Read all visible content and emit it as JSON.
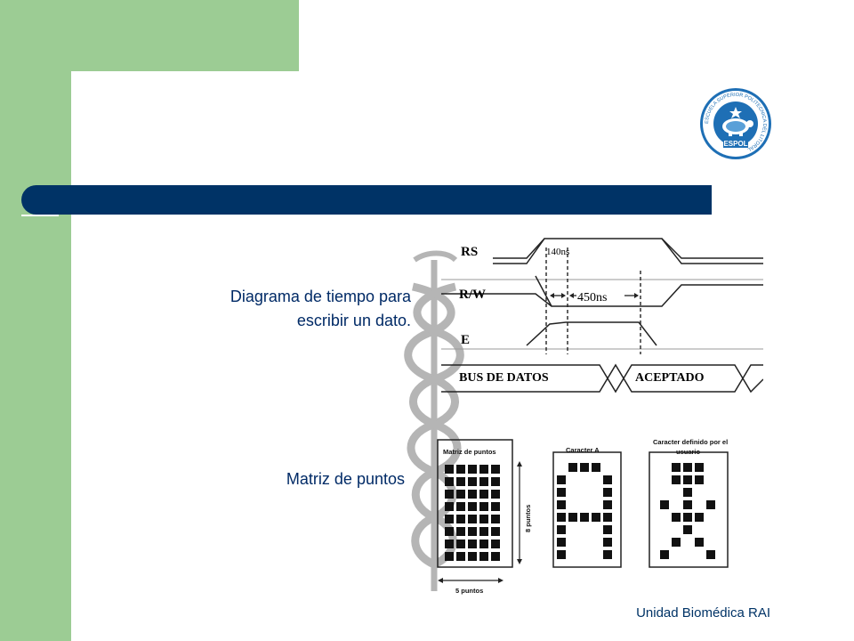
{
  "slide": {
    "caption_timing_line1": "Diagrama de tiempo para",
    "caption_timing_line2": "escribir un dato.",
    "caption_matrix": "Matriz de puntos",
    "footer": "Unidad Biomédica RAI"
  },
  "seal": {
    "ring_text": "ESCUELA SUPERIOR POLITECNICA DEL LITORAL",
    "name": "ESPOL"
  },
  "timing_diagram": {
    "signal_rs": "RS",
    "signal_rw": "R/W",
    "signal_e": "E",
    "bus_label": "BUS DE DATOS",
    "bus_value": "ACEPTADO",
    "time_setup": "140ns",
    "time_pulse": "450ns"
  },
  "dot_matrix": {
    "panel1_title": "Matriz de puntos",
    "panel2_title": "Caracter A",
    "panel3_title_line1": "Caracter definido por el",
    "panel3_title_line2": "usuario",
    "height_label": "8 puntos",
    "width_label": "5 puntos",
    "char_a_rows": [
      "01110",
      "10001",
      "10001",
      "10001",
      "11111",
      "10001",
      "10001",
      "10001"
    ],
    "custom_rows": [
      "01110",
      "01110",
      "00100",
      "10101",
      "01110",
      "00100",
      "01010",
      "10001"
    ]
  },
  "colors": {
    "green": "#9ccc94",
    "navy": "#003366",
    "caption": "#002a66"
  }
}
